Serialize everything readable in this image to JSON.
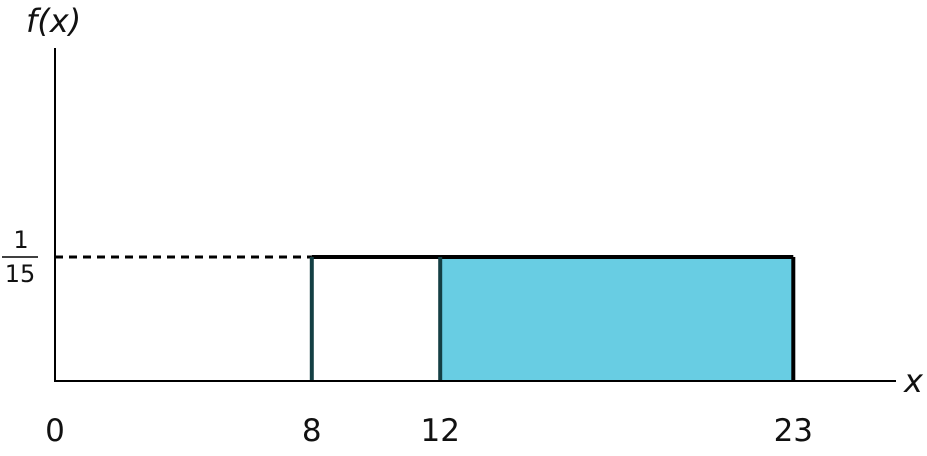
{
  "chart_data": {
    "type": "area",
    "title": "",
    "xlabel": "x",
    "ylabel": "f(x)",
    "x_ticks": [
      "0",
      "8",
      "12",
      "23"
    ],
    "y_tick": {
      "numerator": "1",
      "denominator": "15",
      "value": 0.0667
    },
    "density": {
      "x_start": 8,
      "x_end": 23,
      "height": 0.0667
    },
    "shaded_region": {
      "x_start": 12,
      "x_end": 23
    },
    "x_range": [
      0,
      26.3
    ],
    "grid": false,
    "colors": {
      "shade": "#68cde3",
      "line": "#000000",
      "edge": "#143f44"
    }
  }
}
